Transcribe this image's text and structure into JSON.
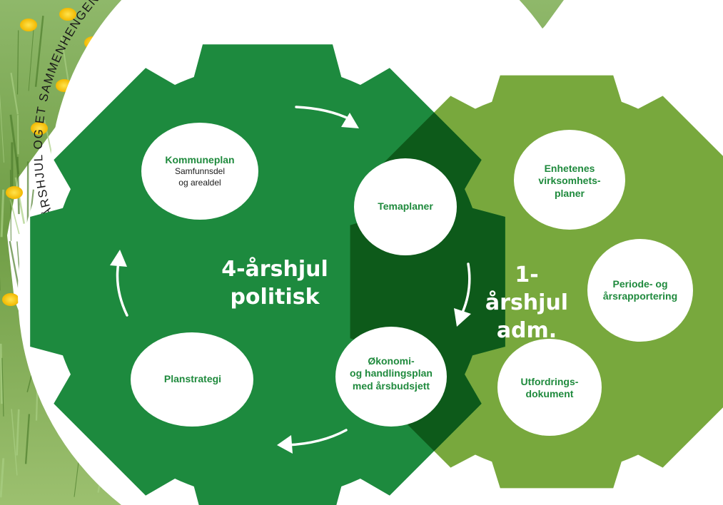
{
  "title_arc": "ÅRSHJUL OG ET SAMMENHENGENDE PLAN- OG STYRINGSSYSTEM",
  "left_wheel": {
    "title_line1": "4-årshjul",
    "title_line2": "politisk"
  },
  "right_wheel": {
    "title_line1": "1-årshjul",
    "title_line2": "adm."
  },
  "nodes": {
    "kommuneplan": {
      "title": "Kommuneplan",
      "sub1": "Samfunnsdel",
      "sub2": "og arealdel"
    },
    "temaplaner": {
      "title": "Temaplaner"
    },
    "okonomi": {
      "line1": "Økonomi-",
      "line2": "og handlingsplan",
      "line3": "med årsbudsjett"
    },
    "planstrategi": {
      "title": "Planstrategi"
    },
    "enhetenes": {
      "line1": "Enhetenes",
      "line2": "virksomhets-",
      "line3": "planer"
    },
    "periode": {
      "line1": "Periode- og",
      "line2": "årsrapportering"
    },
    "utfordrings": {
      "line1": "Utfordrings-",
      "line2": "dokument"
    }
  },
  "colors": {
    "gear_dark": "#1d8a3e",
    "gear_light": "#78a83d",
    "overlap": "#0d5a1a",
    "text_green": "#1f8a3d"
  }
}
